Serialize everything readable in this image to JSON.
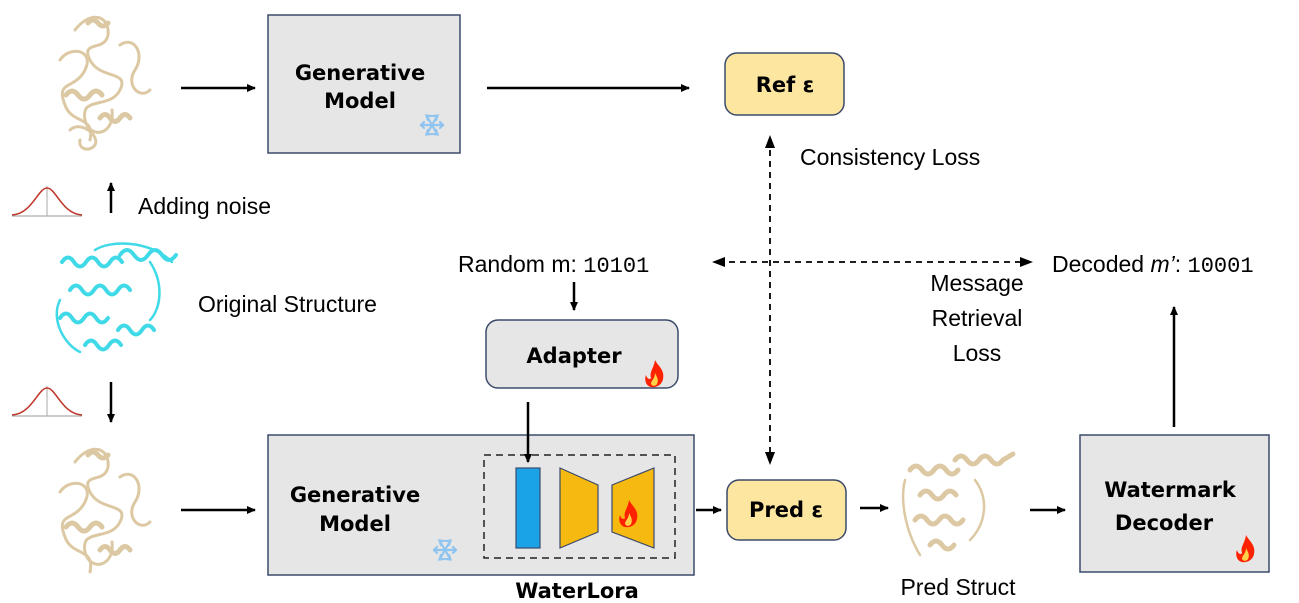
{
  "generative_model_top": {
    "line1": "Generative",
    "line2": "Model"
  },
  "generative_model_bottom": {
    "line1": "Generative",
    "line2": "Model"
  },
  "ref_eps": "Ref ε",
  "pred_eps": "Pred ε",
  "adapter": "Adapter",
  "watermark_decoder": {
    "line1": "Watermark",
    "line2": "Decoder"
  },
  "waterlora": "WaterLora",
  "labels": {
    "adding_noise": "Adding noise",
    "original_structure": "Original Structure",
    "consistency_loss": "Consistency Loss",
    "message_retrieval_loss": [
      "Message",
      "Retrieval",
      "Loss"
    ],
    "pred_struct": "Pred Struct",
    "random_m_prefix": "Random m: ",
    "random_m_bits": "10101",
    "decoded_prefix": "Decoded ",
    "decoded_var": "m’",
    "decoded_colon": ": ",
    "decoded_bits": "10001"
  },
  "colors": {
    "box_fill": "#e6e6e6",
    "box_stroke": "#3b4a6b",
    "eps_fill": "#fde7a0",
    "tan_protein": "#dcc9a3",
    "cyan_protein": "#3fd9e8",
    "lora_blue": "#1aa3e6",
    "lora_orange": "#f6b90f",
    "flame": "#ff2200",
    "snowflake": "#8fc4f0",
    "gaussian": "#c0392b"
  }
}
